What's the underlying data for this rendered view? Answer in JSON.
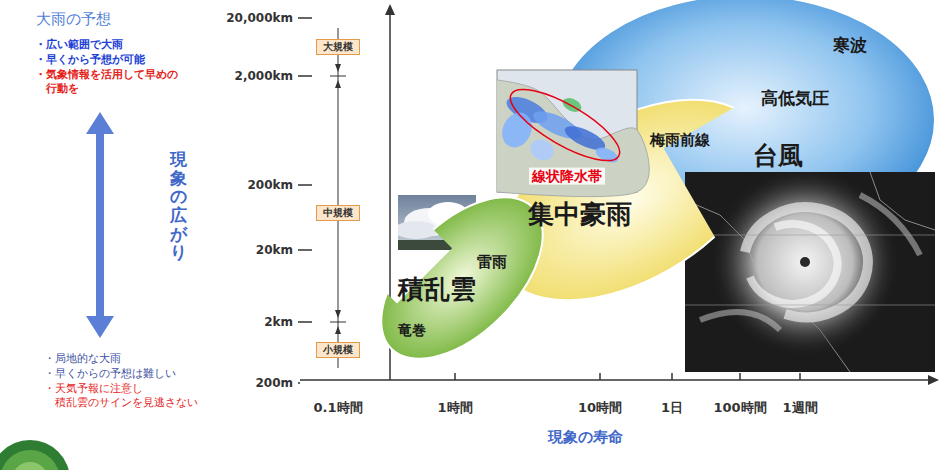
{
  "diagram": {
    "title": "大雨の予想",
    "nodes": [
      {
        "text": [
          "寒波",
          "高低気圧",
          "台風"
        ]
      },
      {
        "text": [
          "梅雨前線",
          "集中豪雨"
        ]
      },
      {
        "text": [
          "積乱雲",
          "雷雨",
          "竜巻"
        ]
      },
      {
        "text": [
          "線状降水帯"
        ]
      },
      {
        "text": [
          "大規模"
        ]
      },
      {
        "text": [
          "中規模"
        ]
      },
      {
        "text": [
          "小規模"
        ]
      }
    ],
    "labels": [
      "・広い範囲で大雨",
      "・早くから予想が可能",
      "・気象情報を活用して早めの 行動を",
      "現象の広がり",
      "20,000km",
      "2,000km",
      "200km",
      "20km",
      "2km",
      "200m",
      "・局地的な大雨",
      "・早くからの予想は難しい",
      "・天気予報に注意し 積乱雲のサインを見逃さない",
      "0.1時間",
      "1時間",
      "10時間",
      "1日",
      "100時間",
      "1週間",
      "現象の寿命"
    ]
  }
}
